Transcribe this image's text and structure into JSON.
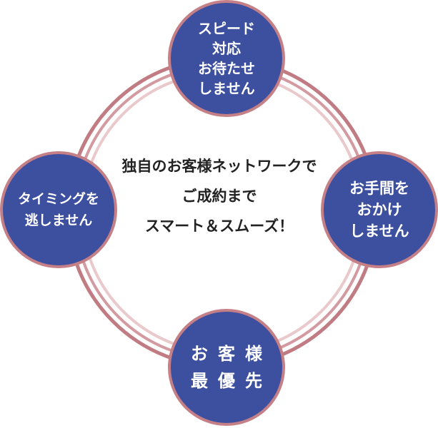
{
  "center": {
    "lines": [
      "独自のお客様ネットワークで",
      "ご成約まで",
      "スマート＆スムーズ！"
    ]
  },
  "nodes": {
    "top": [
      "スピード",
      "対応",
      "お待たせ",
      "しません"
    ],
    "left": [
      "タイミングを",
      "逃しません"
    ],
    "right": [
      "お手間を",
      "おかけ",
      "しません"
    ],
    "bottom": [
      "お客様",
      "最優先"
    ]
  },
  "colors": {
    "node_fill": "#3d4f9f",
    "node_border": "#c48086",
    "ring_outer": "#c07b83",
    "ring_middle": "#d39ba1",
    "ring_inner": "#e9c9cb",
    "text_dark": "#222222",
    "text_light": "#ffffff"
  }
}
